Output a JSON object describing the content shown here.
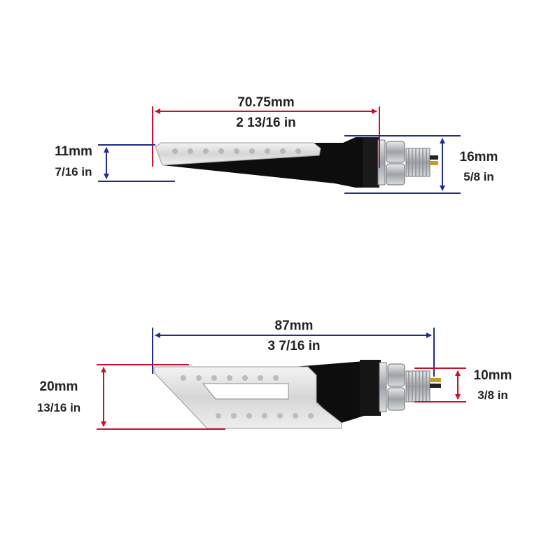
{
  "colors": {
    "red_dimension": "#c8102e",
    "blue_dimension": "#1f2d8c",
    "housing_black": "#0d0d0d",
    "lens_clear": "#e4e4e4",
    "metal": "#b8bcc0"
  },
  "top_indicator": {
    "length_mm": "70.75mm",
    "length_in": "2 13/16 in",
    "height_mm": "11mm",
    "height_in": "7/16 in",
    "mount_mm": "16mm",
    "mount_in": "5/8 in"
  },
  "bottom_indicator": {
    "length_mm": "87mm",
    "length_in": "3 7/16 in",
    "height_mm": "20mm",
    "height_in": "13/16 in",
    "thread_mm": "10mm",
    "thread_in": "3/8 in"
  }
}
